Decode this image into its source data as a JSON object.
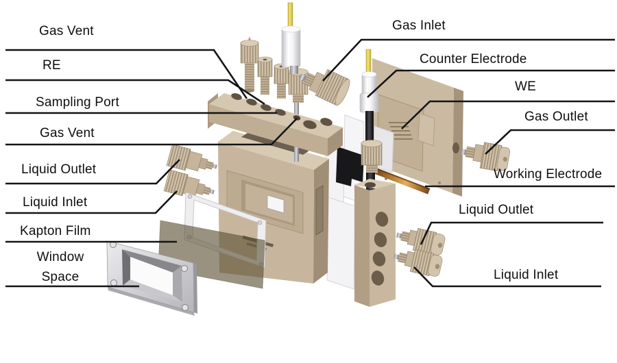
{
  "labels": {
    "left": [
      {
        "text": "Gas Vent"
      },
      {
        "text": "RE"
      },
      {
        "text": "Sampling Port"
      },
      {
        "text": "Gas Vent"
      },
      {
        "text": "Liquid Outlet"
      },
      {
        "text": "Liquid Inlet"
      },
      {
        "text": "Kapton Film"
      },
      {
        "text": "Window Space"
      }
    ],
    "right": [
      {
        "text": "Gas Inlet"
      },
      {
        "text": "Counter Electrode"
      },
      {
        "text": "WE"
      },
      {
        "text": "Gas Outlet"
      },
      {
        "text": "Working Electrode"
      },
      {
        "text": "Liquid Outlet"
      },
      {
        "text": "Liquid Inlet"
      }
    ]
  },
  "colors": {
    "background": "#ffffff",
    "leader_line": "#141414",
    "body_tan_front": "#c7b69d",
    "body_tan_top": "#d8cbb3",
    "body_tan_side": "#a18e76",
    "fitting_tan": "#c6b59b",
    "kapton_film": "#5c5135",
    "copper_strip": "#b97f35",
    "electrode_pin_yellow": "#e8d45c",
    "electrode_white": "#ffffff",
    "rod_black": "#1a1a1c",
    "metal_gray": "#c6c6ca"
  }
}
